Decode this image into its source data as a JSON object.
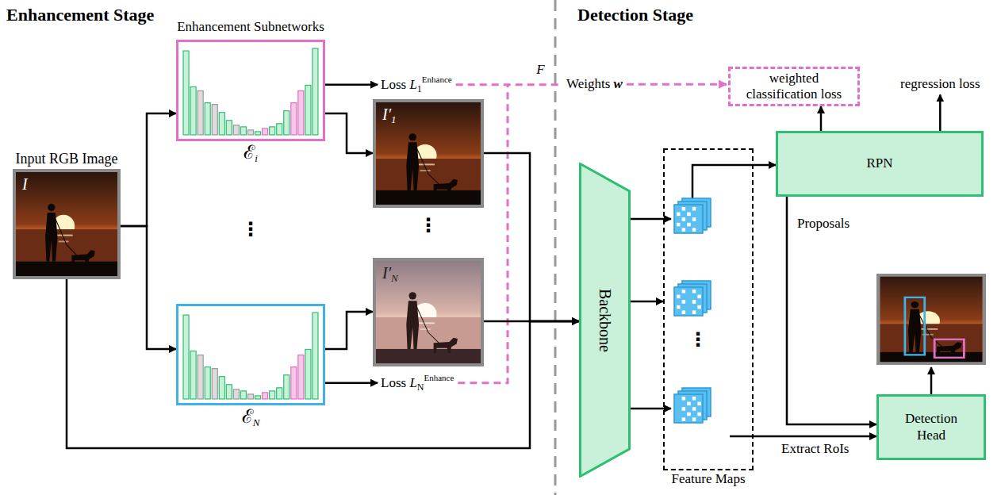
{
  "diagram": {
    "nodes": [
      {
        "text": [
          "Input RGB Image",
          "I"
        ]
      },
      {
        "text": [
          "ℰ",
          "i"
        ]
      },
      {
        "text": [
          "ℰ",
          "N"
        ]
      },
      {
        "text": [
          "I′",
          "1"
        ]
      },
      {
        "text": [
          "I′",
          "N"
        ]
      },
      {
        "text": [
          "weighted classification loss"
        ]
      },
      {
        "text": [
          "RPN"
        ]
      },
      {
        "text": [
          "Backbone"
        ]
      },
      {
        "text": [
          "Feature Maps"
        ]
      },
      {
        "text": [
          "Detection Head"
        ]
      }
    ],
    "edges": [
      {
        "from": 0,
        "to": 1,
        "arrow": "to"
      },
      {
        "from": 0,
        "to": 2,
        "arrow": "to"
      },
      {
        "from": 1,
        "to": 3,
        "arrow": "to"
      },
      {
        "from": 2,
        "to": 4,
        "arrow": "to"
      },
      {
        "from": 3,
        "to": 7,
        "arrow": "to"
      },
      {
        "from": 4,
        "to": 7,
        "arrow": "to"
      },
      {
        "from": 0,
        "to": 7,
        "arrow": "to"
      },
      {
        "from": 7,
        "to": 8,
        "arrow": "to"
      },
      {
        "from": 8,
        "to": 6,
        "arrow": "to"
      },
      {
        "from": 6,
        "to": 5,
        "arrow": "to"
      },
      {
        "from": 6,
        "to": 9,
        "label": "Proposals",
        "arrow": "to"
      },
      {
        "from": 8,
        "to": 9,
        "label": "Extract RoIs",
        "arrow": "to"
      }
    ],
    "labels": [
      "Enhancement Stage",
      "Detection Stage",
      "Enhancement Subnetworks",
      "⋮",
      "⋮",
      "Loss",
      "L",
      "1",
      "Enhance",
      "Loss",
      "L",
      "N",
      "Enhance",
      "F",
      "Weights",
      "w",
      "regression loss",
      "⋮"
    ]
  }
}
